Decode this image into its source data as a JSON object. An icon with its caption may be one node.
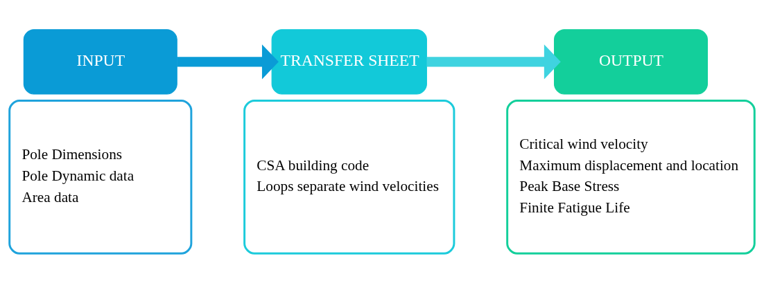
{
  "diagram": {
    "nodes": [
      {
        "text": [
          "INPUT"
        ]
      },
      {
        "text": [
          "Pole Dimensions",
          "Pole Dynamic data",
          "Area data"
        ]
      },
      {
        "text": [
          "TRANSFER SHEET"
        ]
      },
      {
        "text": [
          "CSA building code",
          "Loops separate wind velocities"
        ]
      },
      {
        "text": [
          "OUTPUT"
        ]
      },
      {
        "text": [
          "Critical wind velocity",
          "Maximum displacement and location",
          "Peak Base Stress",
          "Finite Fatigue Life"
        ]
      }
    ],
    "edges": [
      {
        "from": 0,
        "to": 2,
        "arrow": "to",
        "color": "#0a9bd6"
      },
      {
        "from": 2,
        "to": 4,
        "arrow": "to",
        "color": "#3fd3e0"
      }
    ]
  }
}
